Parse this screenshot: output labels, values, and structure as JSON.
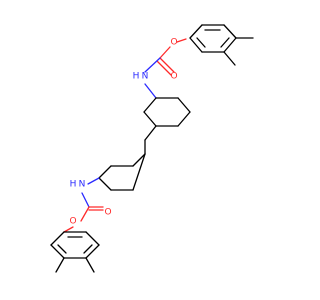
{
  "molecule": {
    "atoms": {
      "top_nitrogen": "N",
      "top_hydrogen": "H",
      "top_carbonyl_oxygen": "O",
      "top_ester_oxygen": "O",
      "bottom_nitrogen": "N",
      "bottom_hydrogen": "H",
      "bottom_carbonyl_oxygen": "O",
      "bottom_ester_oxygen": "O"
    },
    "colors": {
      "carbon": "#000000",
      "oxygen": "#ff2a2a",
      "nitrogen": "#2a2aff",
      "background": "#ffffff"
    }
  }
}
